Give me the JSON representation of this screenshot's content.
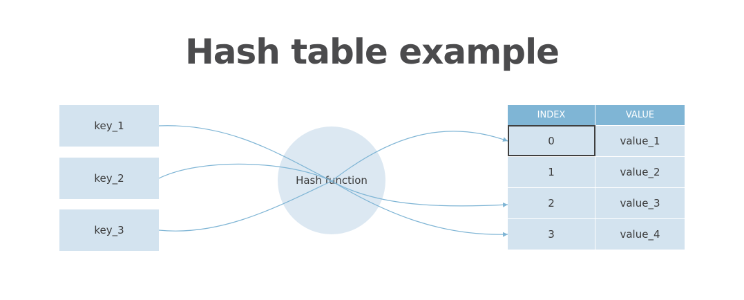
{
  "title": "Hash table example",
  "keys": [
    "key_1",
    "key_2",
    "key_3"
  ],
  "hash_function": "Hash function",
  "table": {
    "headers": {
      "index": "INDEX",
      "value": "VALUE"
    },
    "rows": [
      {
        "index": "0",
        "value": "value_1"
      },
      {
        "index": "1",
        "value": "value_2"
      },
      {
        "index": "2",
        "value": "value_3"
      },
      {
        "index": "3",
        "value": "value_4"
      }
    ],
    "selected_row": 0
  },
  "colors": {
    "title": "#4b4b4d",
    "box_fill": "#d3e3ef",
    "circle_fill": "#dce8f2",
    "header_fill": "#7fb5d5",
    "arrow": "#7fb5d5"
  }
}
